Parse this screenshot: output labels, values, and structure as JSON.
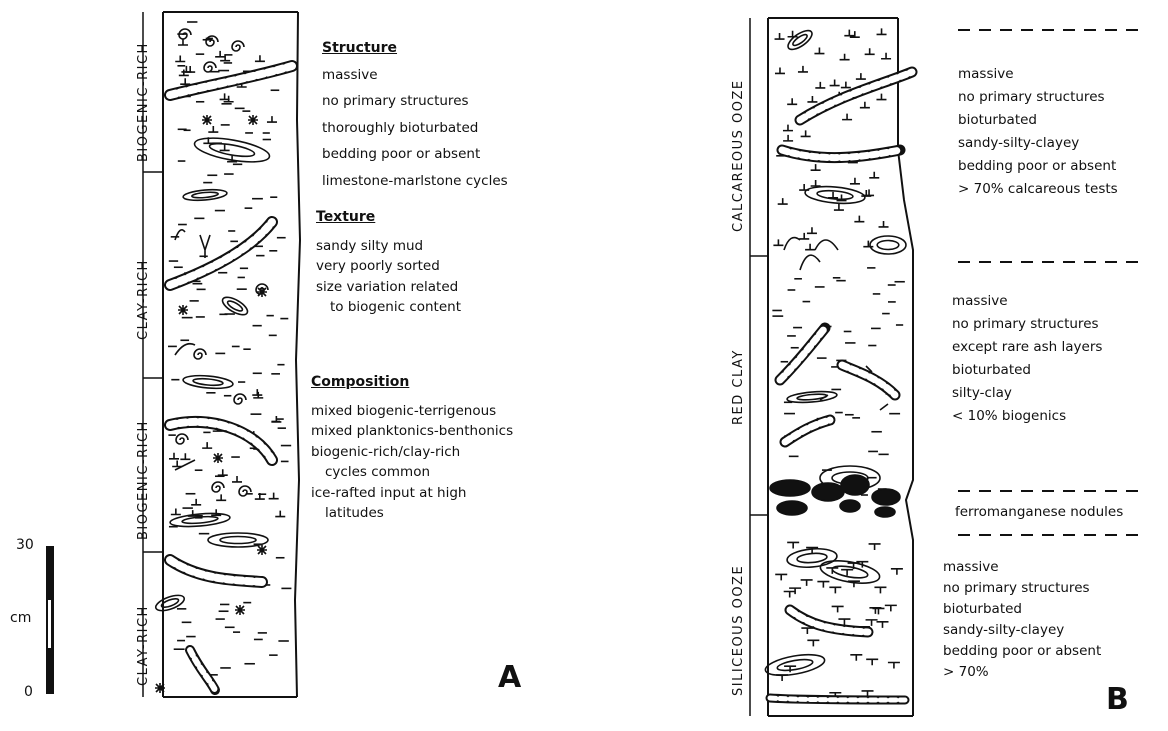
{
  "panel_a": {
    "letter": "A",
    "intervals": [
      "BIOGENIC-RICH",
      "CLAY-RICH",
      "BIOGENIC-RICH",
      "CLAY-RICH"
    ],
    "structure": {
      "heading": "Structure",
      "lines": [
        "massive",
        "no primary structures",
        "thoroughly bioturbated",
        "bedding poor or absent",
        "limestone-marlstone cycles"
      ]
    },
    "texture": {
      "heading": "Texture",
      "lines": [
        "sandy silty mud",
        "very poorly sorted",
        "size variation related",
        "to biogenic content"
      ]
    },
    "composition": {
      "heading": "Composition",
      "lines": [
        "mixed biogenic-terrigenous",
        "mixed planktonics-benthonics",
        "biogenic-rich/clay-rich",
        "cycles common",
        "ice-rafted input at high",
        "latitudes"
      ]
    }
  },
  "scale_bar": {
    "top_label": "30",
    "unit_label": "cm",
    "bottom_label": "0"
  },
  "panel_b": {
    "letter": "B",
    "intervals": [
      "CALCAREOUS OOZE",
      "RED CLAY",
      "SILICEOUS OOZE"
    ],
    "calcareous_desc": [
      "massive",
      "no primary structures",
      "bioturbated",
      "sandy-silty-clayey",
      "bedding poor or absent",
      "> 70% calcareous tests"
    ],
    "red_clay_desc": [
      "massive",
      "no primary structures",
      "except rare ash layers",
      "bioturbated",
      "silty-clay",
      "< 10% biogenics"
    ],
    "nodules_label": "ferromanganese nodules",
    "siliceous_desc": [
      "massive",
      "no primary structures",
      "bioturbated",
      "sandy-silty-clayey",
      "bedding poor or absent",
      "> 70%"
    ]
  }
}
